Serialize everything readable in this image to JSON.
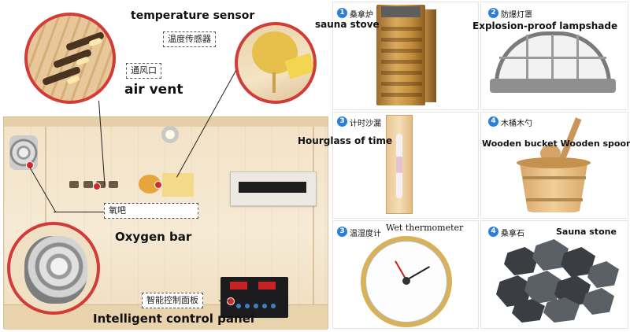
{
  "left_panel": {
    "temperature_sensor": {
      "en": "temperature sensor",
      "cn": "温度传感器"
    },
    "air_vent": {
      "en": "air vent",
      "cn": "通风口"
    },
    "oxygen_bar": {
      "en": "Oxygen bar",
      "cn": "氧吧"
    },
    "control_panel": {
      "en": "Intelligent control panel",
      "cn": "智能控制面板"
    }
  },
  "grid": [
    {
      "num": "1",
      "cn": "桑拿炉",
      "en": "sauna stove"
    },
    {
      "num": "2",
      "cn": "防爆灯罩",
      "en": "Explosion-proof lampshade"
    },
    {
      "num": "3",
      "cn": "计时沙漏",
      "en": "Hourglass of time"
    },
    {
      "num": "4",
      "cn": "木桶木勺",
      "en": "Wooden bucket Wooden spoon"
    },
    {
      "num": "3",
      "cn": "温湿度计",
      "en": "Wet thermometer"
    },
    {
      "num": "4",
      "cn": "桑拿石",
      "en": "Sauna stone"
    }
  ],
  "colors": {
    "marker_red": "#d42828",
    "badge_blue": "#2b7fd4",
    "wood": "#f3e2c6"
  }
}
